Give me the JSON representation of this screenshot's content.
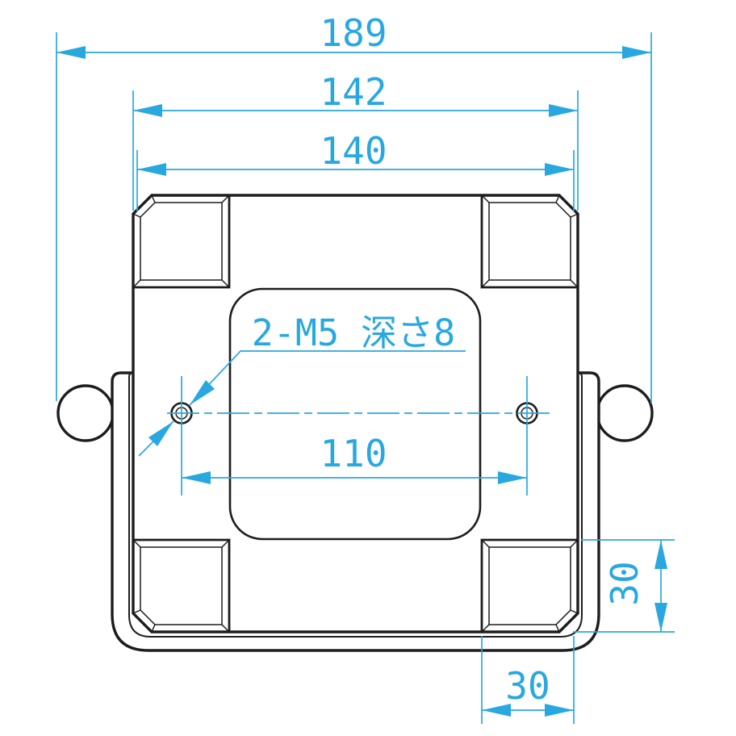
{
  "drawing": {
    "type": "mechanical-dimension-drawing",
    "view": "top-view-mounting-plate",
    "colors": {
      "dimension_color": "#29a8e0",
      "line_color": "#1d1d1d",
      "background": "#ffffff"
    },
    "dimensions": {
      "overall_width": "189",
      "body_width": "142",
      "pad_span": "140",
      "hole_pitch": "110",
      "pad_height": "30",
      "pad_width": "30",
      "hole_note": "2-M5 深さ8"
    }
  }
}
